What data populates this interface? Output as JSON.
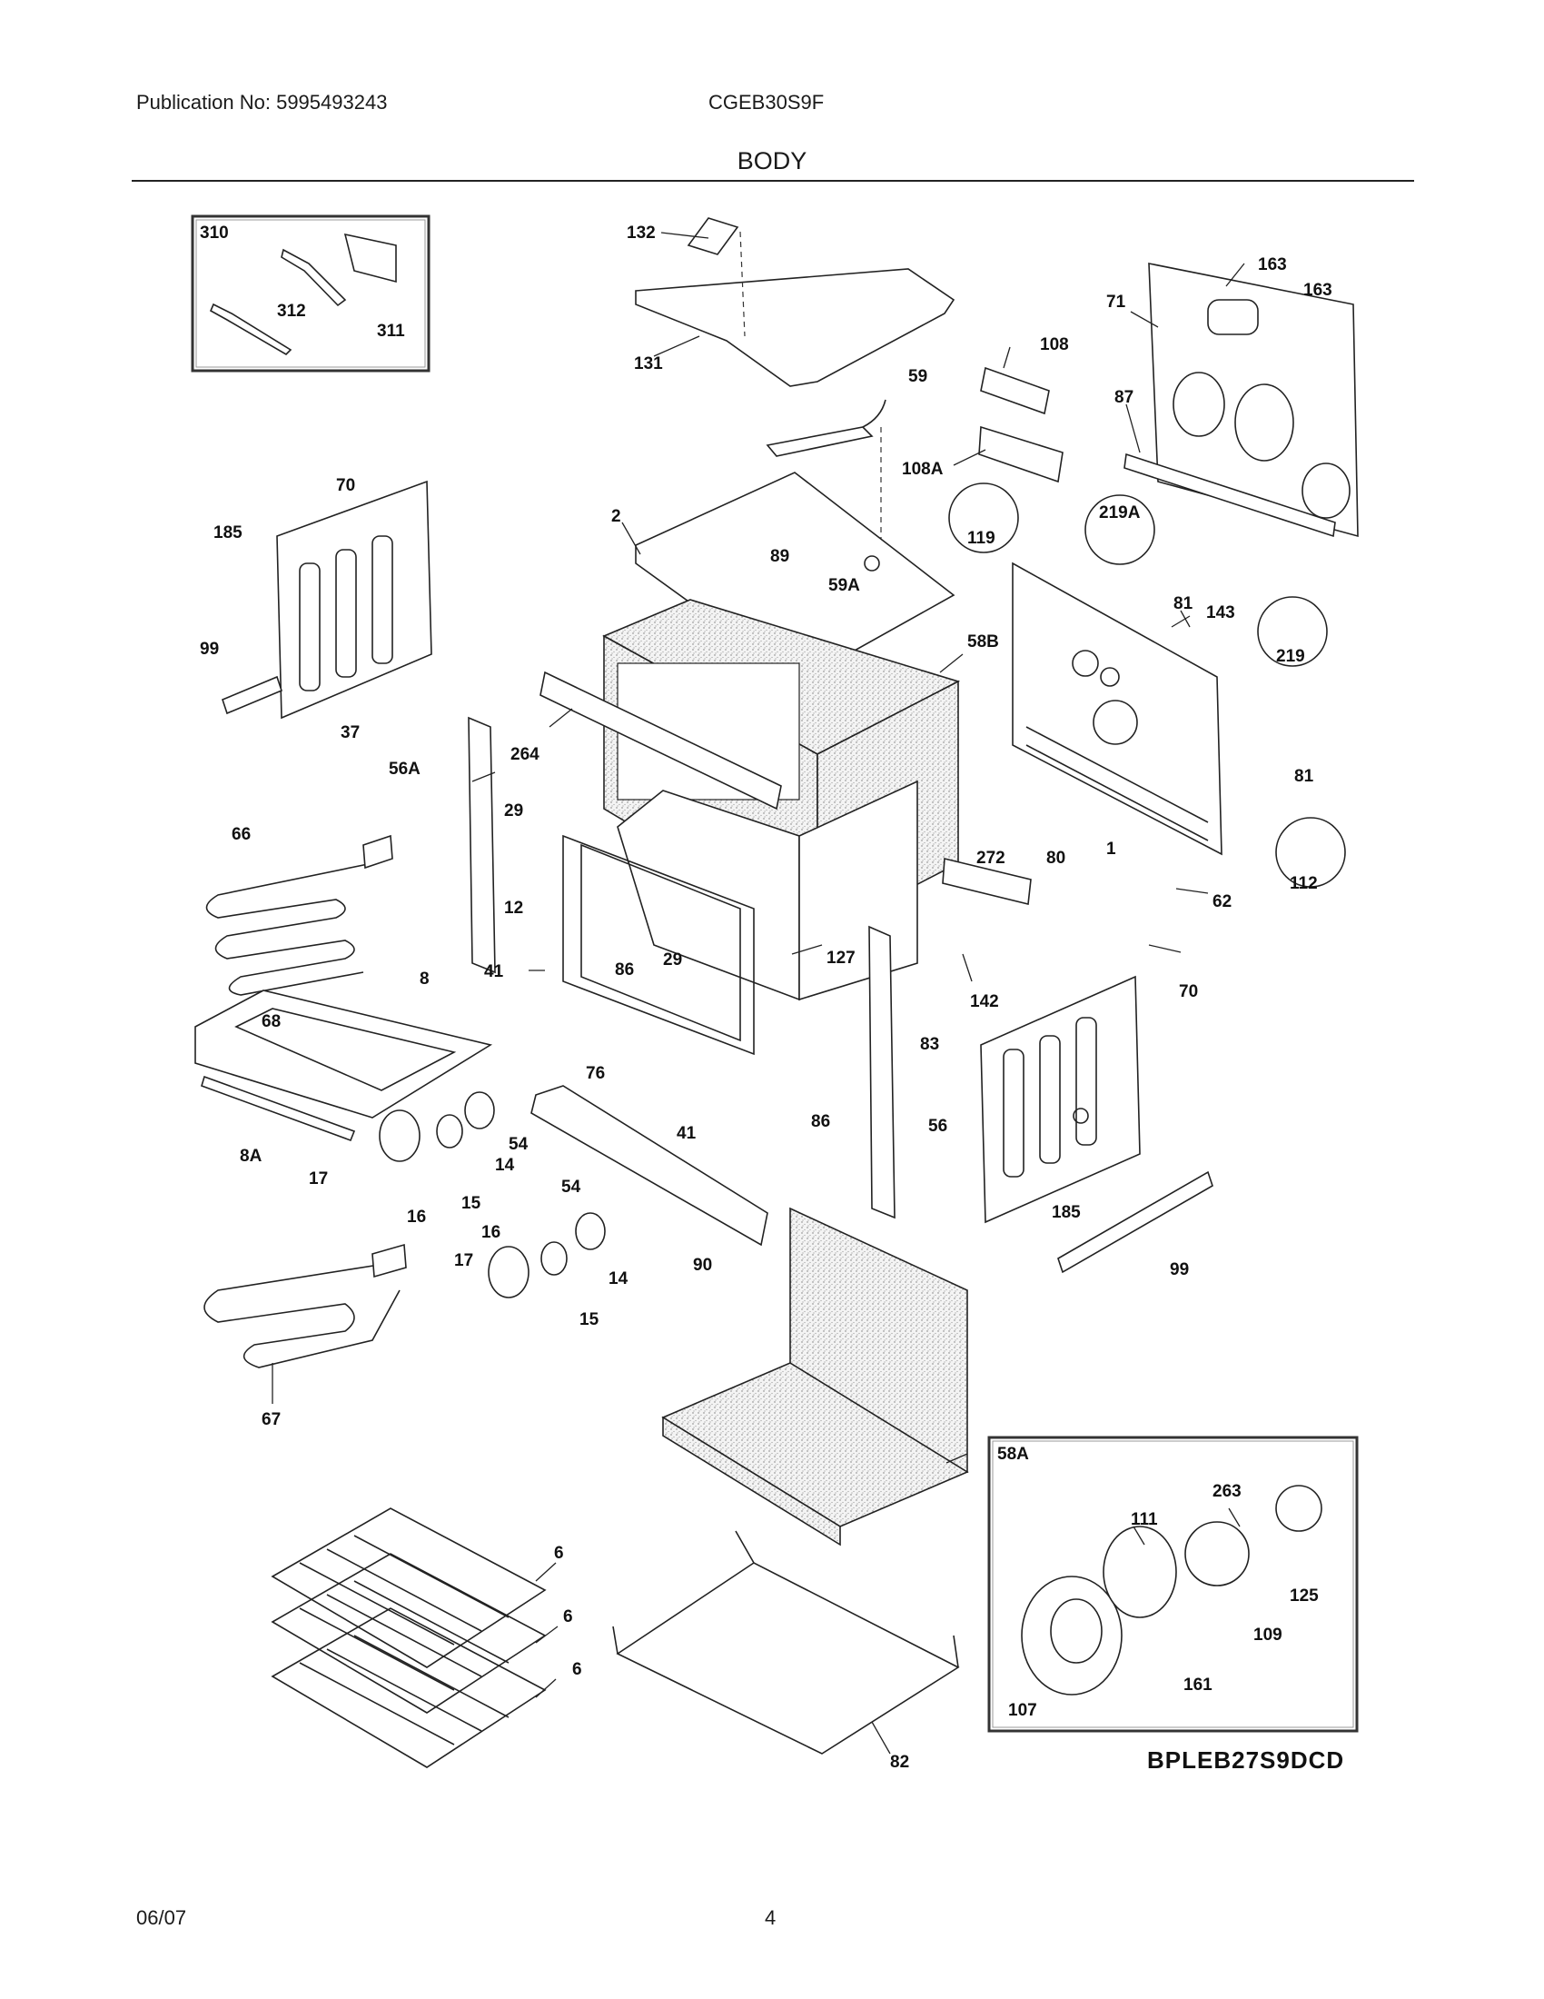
{
  "header": {
    "publication": "Publication No: 5995493243",
    "model": "CGEB30S9F",
    "section": "BODY"
  },
  "drawing_ref": "BPLEB27S9DCD",
  "footer": {
    "date": "06/07",
    "page": "4"
  },
  "callouts": {
    "c310": "310",
    "c312": "312",
    "c311": "311",
    "c132": "132",
    "c131": "131",
    "c59": "59",
    "c163a": "163",
    "c163b": "163",
    "c71": "71",
    "c108": "108",
    "c87": "87",
    "c108A": "108A",
    "c70a": "70",
    "c185a": "185",
    "c99a": "99",
    "c2": "2",
    "c89": "89",
    "c59A": "59A",
    "c119": "119",
    "c219A": "219A",
    "c81a": "81",
    "c143": "143",
    "c219": "219",
    "c58B": "58B",
    "c37": "37",
    "c56A": "56A",
    "c264": "264",
    "c29a": "29",
    "c66": "66",
    "c12": "12",
    "c81b": "81",
    "c272": "272",
    "c80": "80",
    "c1": "1",
    "c112": "112",
    "c62": "62",
    "c29b": "29",
    "c127": "127",
    "c142": "142",
    "c41a": "41",
    "c86a": "86",
    "c8": "8",
    "c68": "68",
    "c76": "76",
    "c83": "83",
    "c70b": "70",
    "c54a": "54",
    "c14a": "14",
    "c8A": "8A",
    "c41b": "41",
    "c86b": "86",
    "c56": "56",
    "c17a": "17",
    "c16a": "16",
    "c15a": "15",
    "c54b": "54",
    "c185b": "185",
    "c16b": "16",
    "c17b": "17",
    "c14b": "14",
    "c15b": "15",
    "c90": "90",
    "c99b": "99",
    "c67": "67",
    "c58A": "58A",
    "c263": "263",
    "c111": "111",
    "c125": "125",
    "c109": "109",
    "c161": "161",
    "c107": "107",
    "c6a": "6",
    "c6b": "6",
    "c6c": "6",
    "c82": "82"
  }
}
